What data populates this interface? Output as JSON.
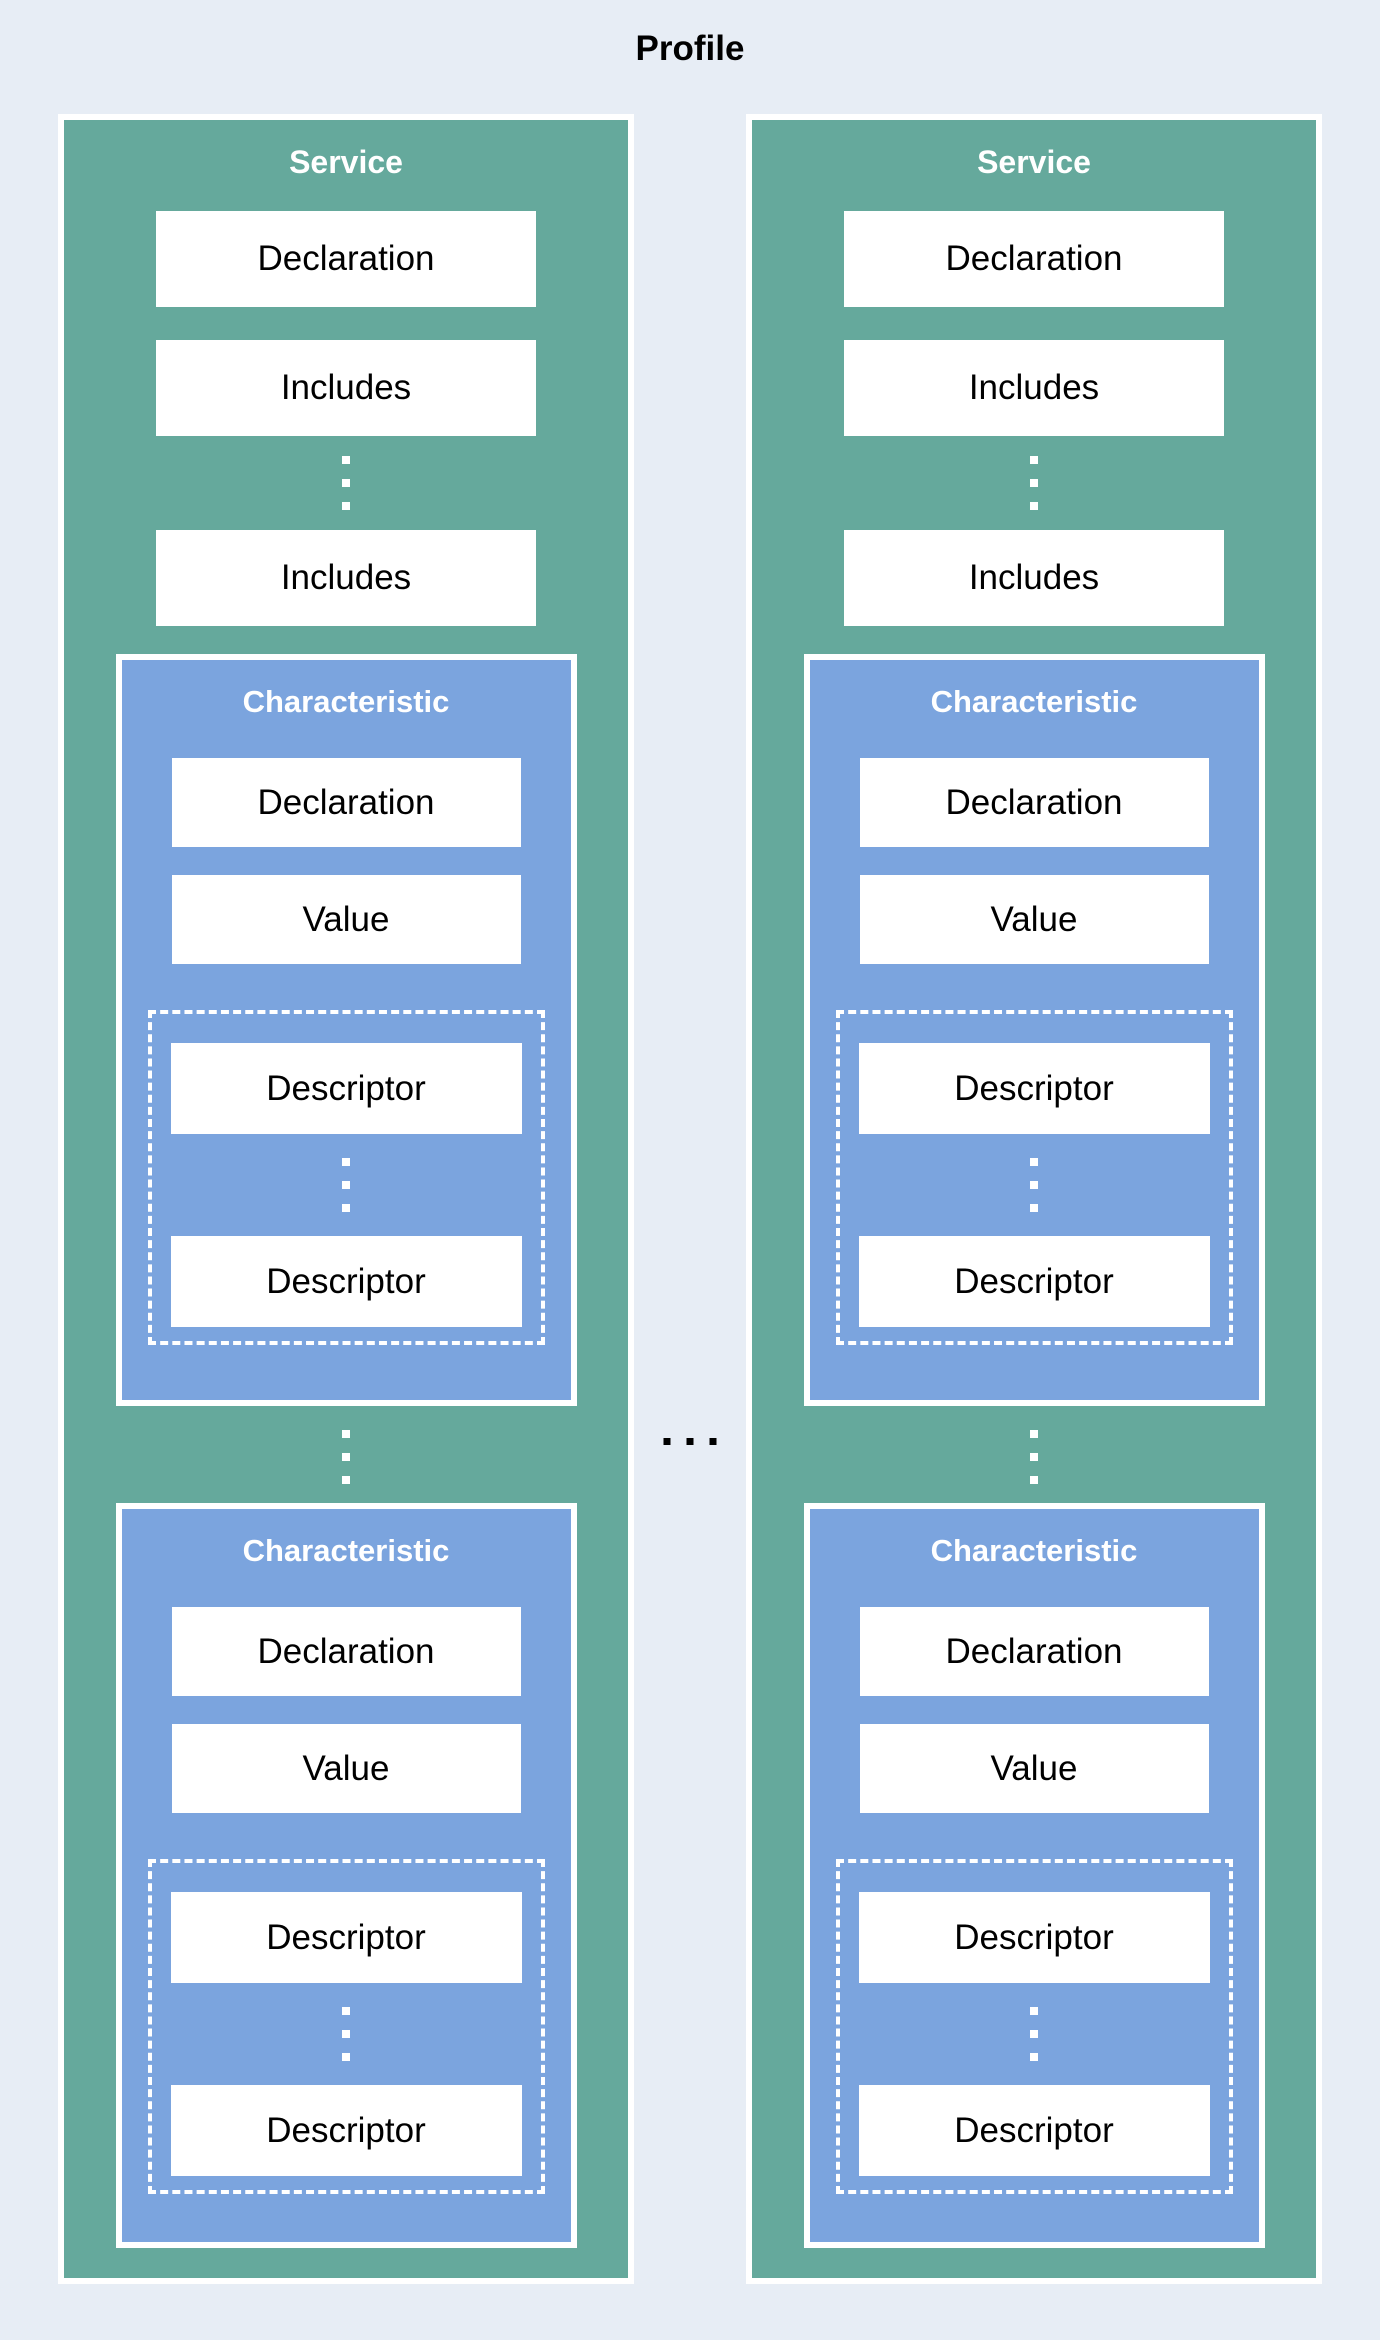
{
  "diagram": {
    "title": "Profile"
  },
  "services": [
    {
      "label": "Service",
      "declaration": "Declaration",
      "includes_first": "Includes",
      "includes_last": "Includes",
      "characteristics": [
        {
          "label": "Characteristic",
          "declaration": "Declaration",
          "value": "Value",
          "descriptor_first": "Descriptor",
          "descriptor_last": "Descriptor"
        },
        {
          "label": "Characteristic",
          "declaration": "Declaration",
          "value": "Value",
          "descriptor_first": "Descriptor",
          "descriptor_last": "Descriptor"
        }
      ]
    },
    {
      "label": "Service",
      "declaration": "Declaration",
      "includes_first": "Includes",
      "includes_last": "Includes",
      "characteristics": [
        {
          "label": "Characteristic",
          "declaration": "Declaration",
          "value": "Value",
          "descriptor_first": "Descriptor",
          "descriptor_last": "Descriptor"
        },
        {
          "label": "Characteristic",
          "declaration": "Declaration",
          "value": "Value",
          "descriptor_first": "Descriptor",
          "descriptor_last": "Descriptor"
        }
      ]
    }
  ],
  "ellipsis": {
    "vertical_dot_count": 3,
    "horizontal_dot_count": 3
  },
  "colors": {
    "background": "#e7edf5",
    "service-fill": "#65a99c",
    "characteristic-fill": "#7ba4de",
    "box-fill": "#ffffff",
    "border": "#ffffff",
    "text-dark": "#000000",
    "text-light": "#ffffff"
  }
}
